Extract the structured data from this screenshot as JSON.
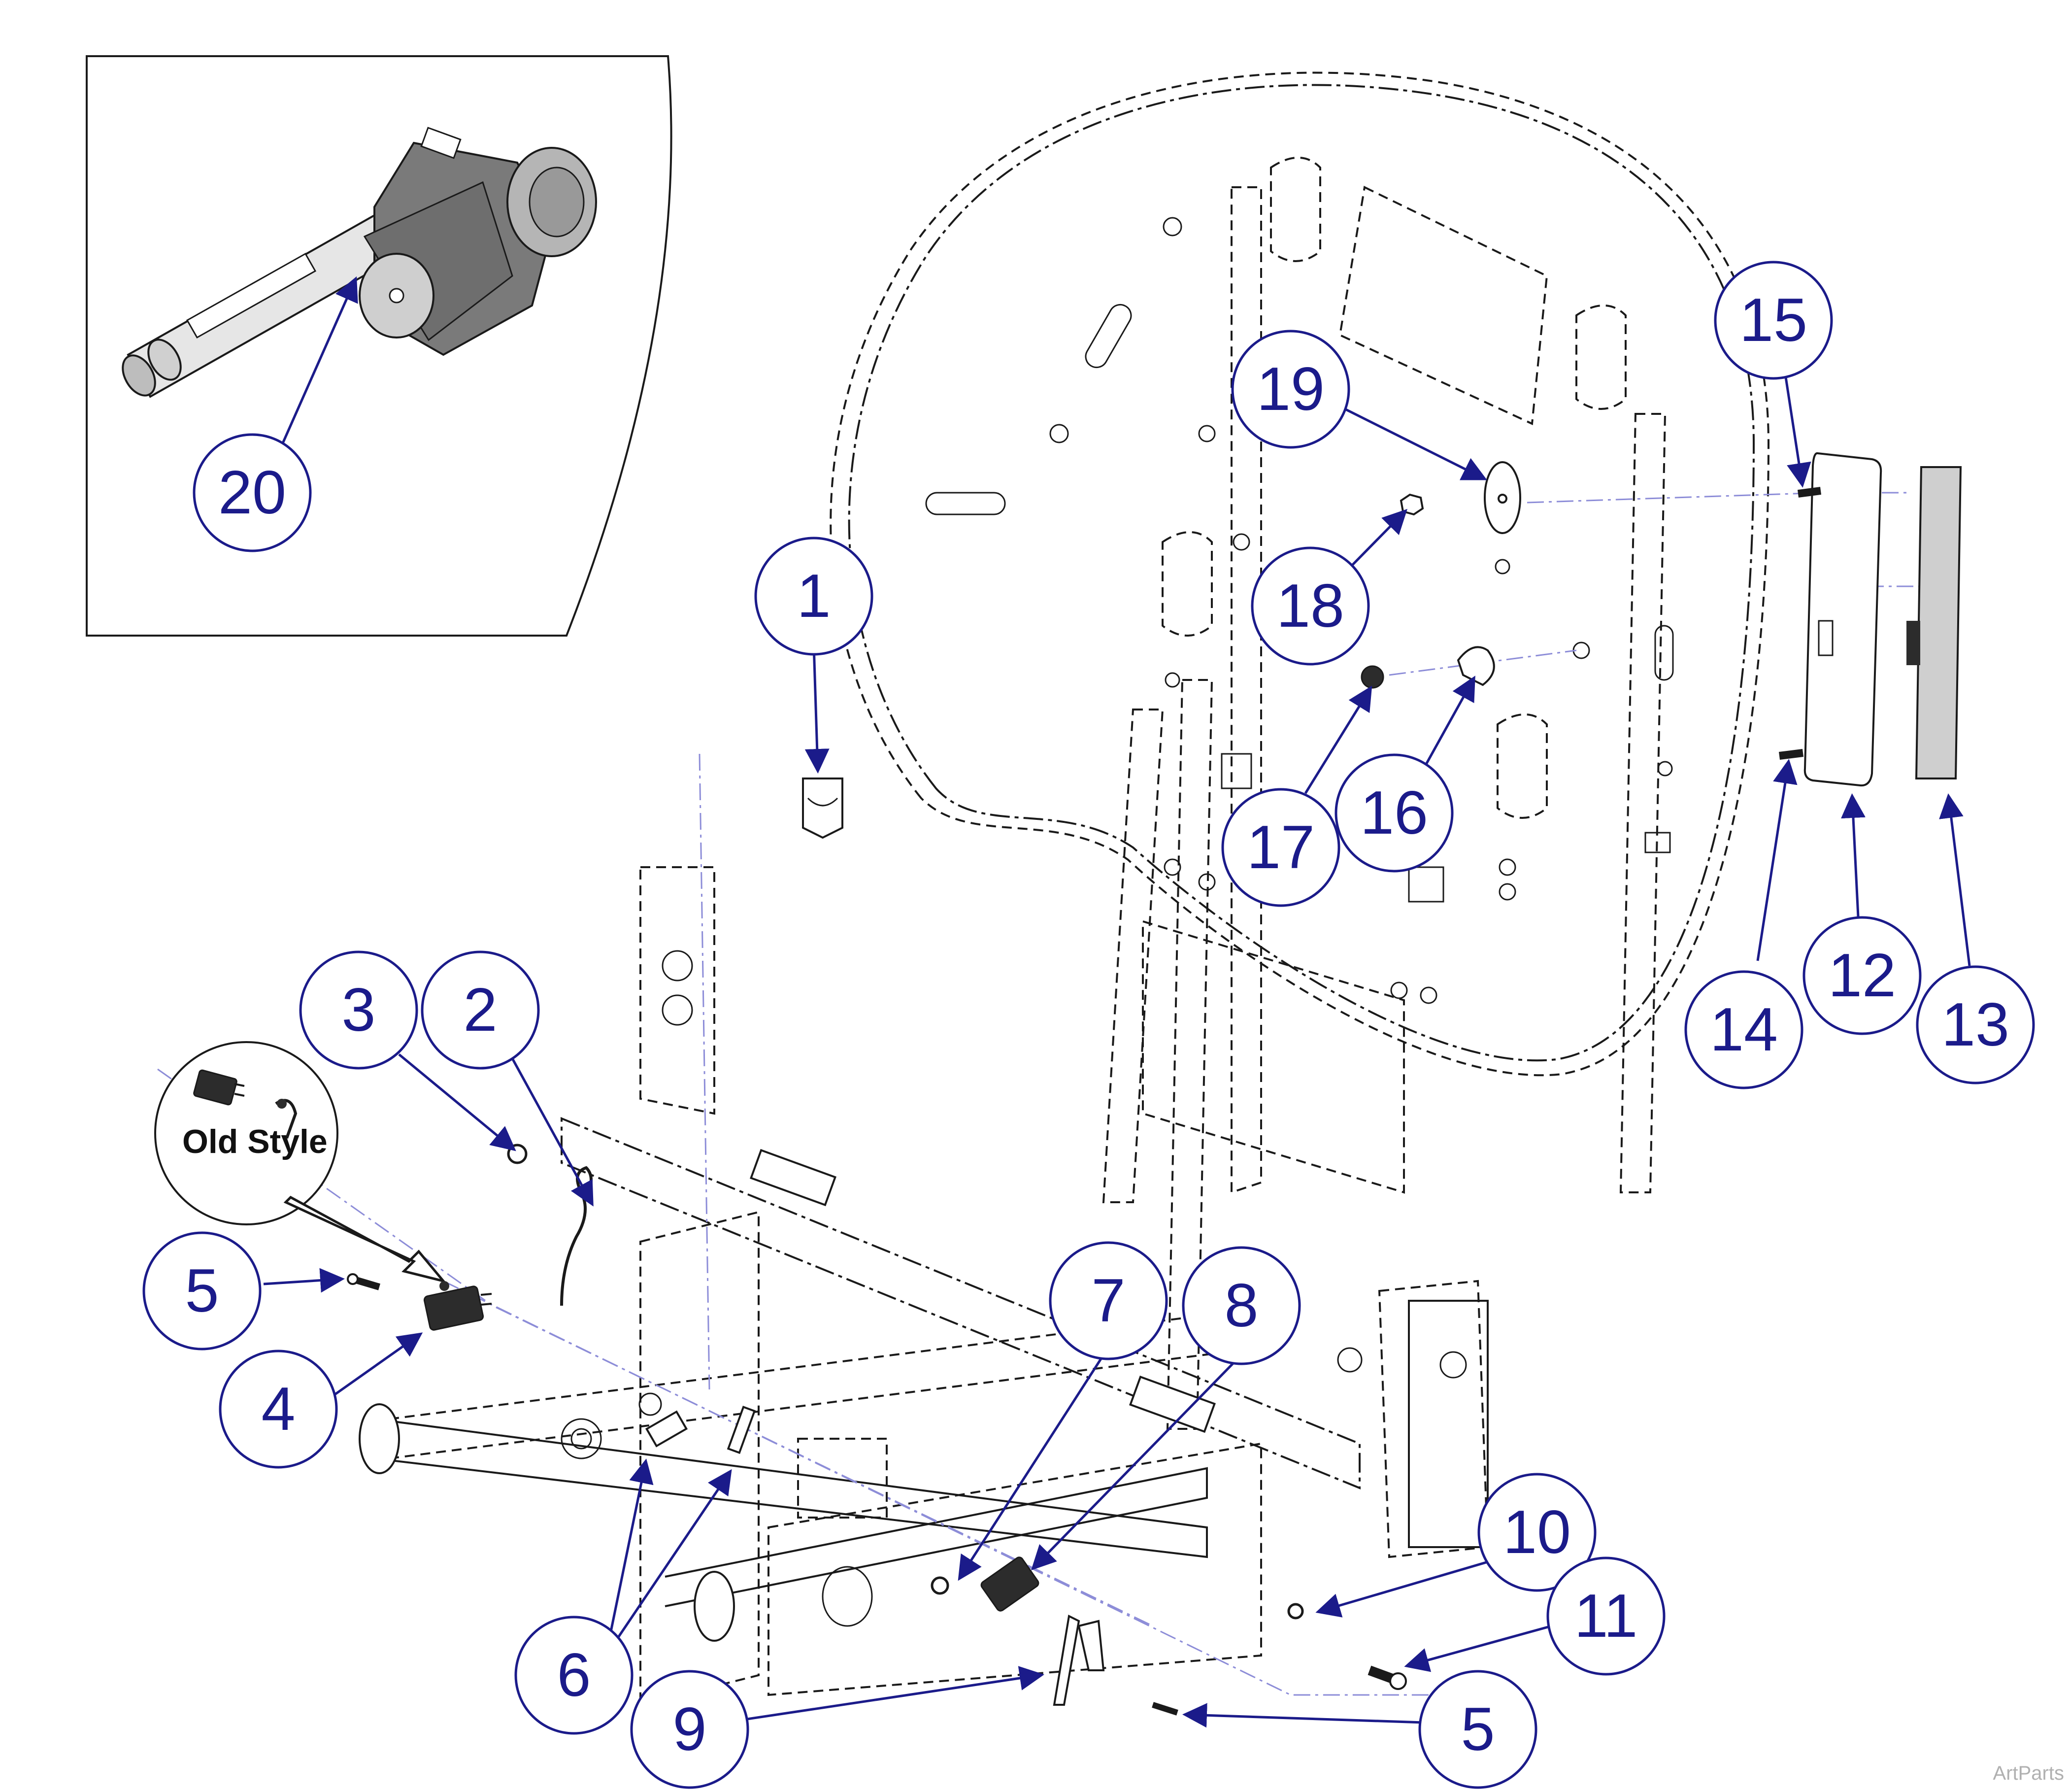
{
  "callouts": [
    {
      "id": "1",
      "label": "1"
    },
    {
      "id": "2",
      "label": "2"
    },
    {
      "id": "3",
      "label": "3"
    },
    {
      "id": "4",
      "label": "4"
    },
    {
      "id": "5a",
      "label": "5"
    },
    {
      "id": "5b",
      "label": "5"
    },
    {
      "id": "6",
      "label": "6"
    },
    {
      "id": "7",
      "label": "7"
    },
    {
      "id": "8",
      "label": "8"
    },
    {
      "id": "9",
      "label": "9"
    },
    {
      "id": "10",
      "label": "10"
    },
    {
      "id": "11",
      "label": "11"
    },
    {
      "id": "12",
      "label": "12"
    },
    {
      "id": "13",
      "label": "13"
    },
    {
      "id": "14",
      "label": "14"
    },
    {
      "id": "15",
      "label": "15"
    },
    {
      "id": "16",
      "label": "16"
    },
    {
      "id": "17",
      "label": "17"
    },
    {
      "id": "18",
      "label": "18"
    },
    {
      "id": "19",
      "label": "19"
    },
    {
      "id": "20",
      "label": "20"
    }
  ],
  "inset": {
    "label": "Old Style"
  },
  "watermark": "ArtParts",
  "colors": {
    "callout": "#1b1b8a",
    "axis": "#8d8dd8",
    "line": "#1a1a1a"
  }
}
